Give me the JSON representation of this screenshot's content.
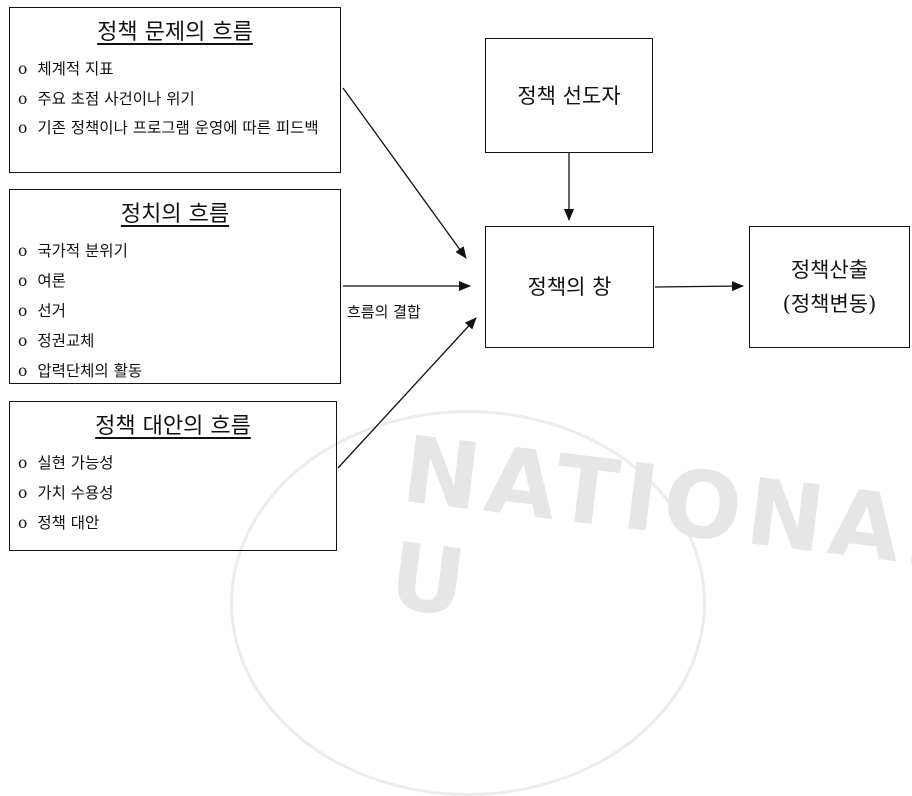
{
  "problem_stream": {
    "title": "정책 문제의 흐름",
    "items": [
      {
        "bullet": "o",
        "text": "체계적 지표"
      },
      {
        "bullet": "o",
        "text": "주요 초점 사건이나 위기"
      },
      {
        "bullet": "o",
        "text": "기존 정책이나 프로그램 운영에 따른 피드백"
      }
    ]
  },
  "politics_stream": {
    "title": "정치의 흐름",
    "items": [
      {
        "bullet": "o",
        "text": "국가적 분위기"
      },
      {
        "bullet": "o",
        "text": "여론"
      },
      {
        "bullet": "o",
        "text": "선거"
      },
      {
        "bullet": "o",
        "text": "정권교체"
      },
      {
        "bullet": "o",
        "text": "압력단체의 활동"
      }
    ]
  },
  "alternatives_stream": {
    "title": "정책 대안의 흐름",
    "items": [
      {
        "bullet": "o",
        "text": "실현 가능성"
      },
      {
        "bullet": "o",
        "text": "가치 수용성"
      },
      {
        "bullet": "o",
        "text": "정책 대안"
      }
    ]
  },
  "policy_entrepreneur": {
    "label": "정책 선도자"
  },
  "policy_window": {
    "label": "정책의 창"
  },
  "policy_output": {
    "line1": "정책산출",
    "line2": "(정책변동)"
  },
  "coupling_label": "흐름의 결합",
  "watermark": "NATIONAL U"
}
